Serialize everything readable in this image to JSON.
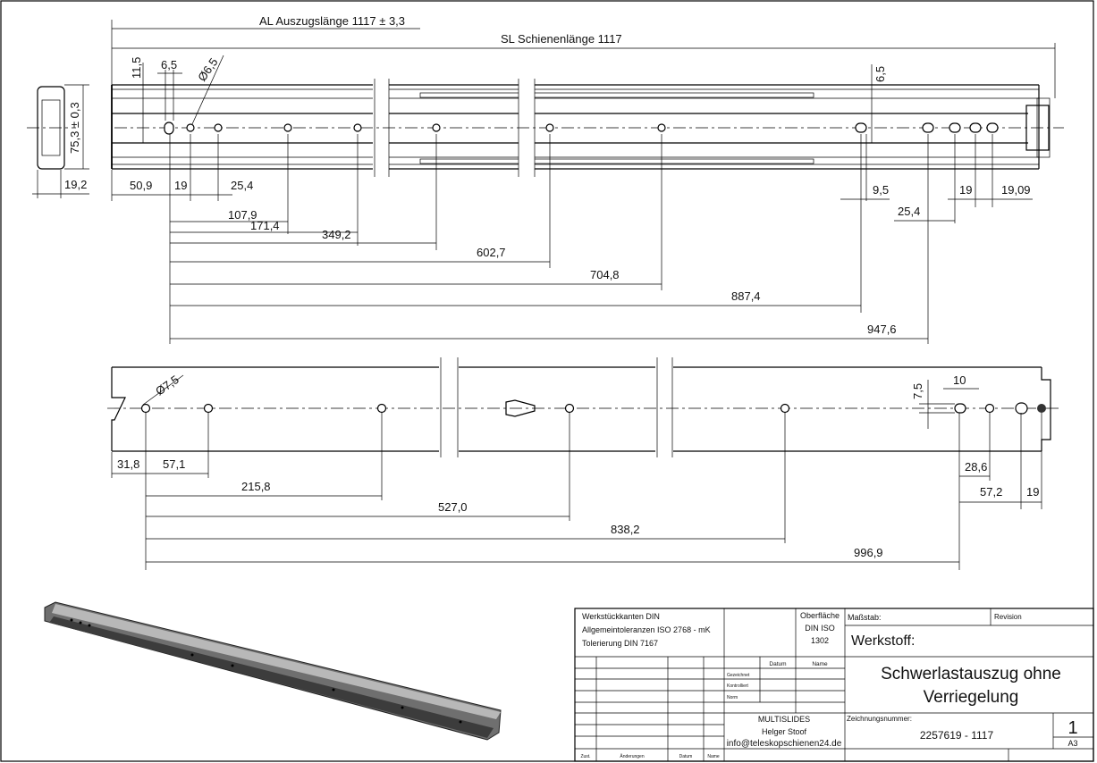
{
  "top_view": {
    "al_label": "AL Auszugslänge 1117 ± 3,3",
    "sl_label": "SL Schienenlänge 1117",
    "dims": [
      "11,5",
      "6,5",
      "Ø6,5",
      "75,3 ± 0,3",
      "19,2",
      "50,9",
      "19",
      "25,4",
      "107,9",
      "171,4",
      "349,2",
      "602,7",
      "704,8",
      "887,4",
      "947,6",
      "6,5",
      "9,5",
      "25,4",
      "19",
      "19,09"
    ]
  },
  "side_view": {
    "dims": [
      "Ø7,5",
      "31,8",
      "57,1",
      "215,8",
      "527,0",
      "838,2",
      "996,9",
      "7,5",
      "10",
      "28,6",
      "57,2",
      "19"
    ]
  },
  "title_block": {
    "notes": [
      "Werkstückkanten DIN",
      "Allgemeintoleranzen ISO 2768 - mK",
      "Tolerierung DIN 7167"
    ],
    "surface": [
      "Oberfläche",
      "DIN ISO",
      "1302"
    ],
    "scale_label": "Maßstab:",
    "revision_label": "Revision",
    "material_label": "Werkstoff:",
    "date_header": "Datum",
    "name_header": "Name",
    "row_labels": [
      "Gezeichnet",
      "Kontrolliert",
      "Norm"
    ],
    "title_line1": "Schwerlastauszug ohne",
    "title_line2": "Verriegelung",
    "company": "MULTISLIDES",
    "person": "Helger Stoof",
    "email": "info@teleskopschienen24.de",
    "drawing_number_label": "Zeichnungsnummer:",
    "drawing_number": "2257619 - 1117",
    "sheet": "1",
    "format": "A3",
    "change_headers": [
      "Zust.",
      "Änderungen",
      "Datum",
      "Name"
    ]
  }
}
